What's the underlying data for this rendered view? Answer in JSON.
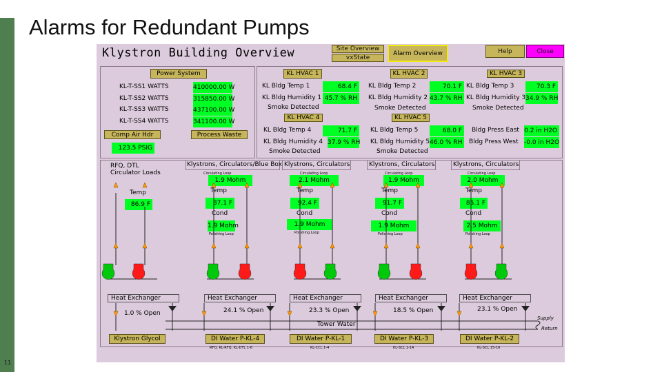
{
  "slide": {
    "title": "Alarms for Redundant Pumps",
    "page_number": "11"
  },
  "screen": {
    "title": "Klystron Building Overview",
    "nav": {
      "site_overview": "Site Overview",
      "vxstate": "vxState",
      "alarm_overview": "Alarm Overview",
      "help": "Help",
      "close": "Close"
    },
    "sections": {
      "power_system": "Power System",
      "kl_hvac_1": "KL HVAC 1",
      "kl_hvac_2": "KL HVAC 2",
      "kl_hvac_3": "KL HVAC 3",
      "kl_hvac_4": "KL HVAC 4",
      "kl_hvac_5": "KL HVAC 5",
      "comp_air_hdr": "Comp Air Hdr",
      "process_waste": "Process Waste"
    },
    "power": [
      {
        "label": "KL-T-SS1 WATTS",
        "value": "410000.00 W"
      },
      {
        "label": "KL-T-SS2 WATTS",
        "value": "315850.00 W"
      },
      {
        "label": "KL-T-SS3 WATTS",
        "value": "437100.00 W"
      },
      {
        "label": "KL-T-SS4 WATTS",
        "value": "341100.00 W"
      }
    ],
    "comp_air_value": "123.5 PSIG",
    "hvac1": {
      "temp_label": "KL Bldg Temp 1",
      "temp": "68.4 F",
      "hum_label": "KL Bldg Humidity 1",
      "hum": "45.7 % RH",
      "smoke": "Smoke Detected"
    },
    "hvac2": {
      "temp_label": "KL Bldg Temp 2",
      "temp": "70.1 F",
      "hum_label": "KL Bldg Humidity 2",
      "hum": "43.7 % RH",
      "smoke": "Smoke Detected"
    },
    "hvac3": {
      "temp_label": "KL Bldg Temp 3",
      "temp": "70.3 F",
      "hum_label": "KL Bldg Humidity 3",
      "hum": "34.9 % RH",
      "smoke": "Smoke Detected"
    },
    "hvac4": {
      "temp_label": "KL Bldg Temp 4",
      "temp": "71.7 F",
      "hum_label": "KL Bldg Humidity 4",
      "hum": "37.9 % RH",
      "smoke": "Smoke Detected"
    },
    "hvac5": {
      "temp_label": "KL Bldg Temp 5",
      "temp": "68.0 F",
      "hum_label": "KL Bldg Humidity 5",
      "hum": "46.0 % RH",
      "smoke": "Smoke Detected"
    },
    "press": [
      {
        "label": "Bldg Press East",
        "value": "0.2 in H2O"
      },
      {
        "label": "Bldg Press West",
        "value": "-0.0 in H2O"
      }
    ],
    "loops": [
      {
        "title": "RFQ, DTL\nCirculator Loads",
        "temp_label": "Temp",
        "temp": "86.9 F",
        "hx": "Heat Exchanger",
        "open": "1.0 % Open",
        "bottom": "Klystron Glycol",
        "bottom_note": ""
      },
      {
        "title": "Klystrons, Circulators/Blue Box",
        "small": "Circulating Loop",
        "res": "1.9 Mohm",
        "temp_label": "Temp",
        "temp": "87.1 F",
        "cond_label": "Cond",
        "cond": "1.9 Mohm",
        "polish": "Polishing Loop",
        "hx": "Heat Exchanger",
        "open": "24.1 % Open",
        "bottom": "DI Water P-KL-4",
        "bottom_note": "RFQ, KL-RFQ, KL-DTL 1-6"
      },
      {
        "title": "Klystrons, Circulators",
        "small": "Circulating Loop",
        "res": "2.1 Mohm",
        "temp_label": "Temp",
        "temp": "92.4 F",
        "cond_label": "Cond",
        "cond": "1.9 Mohm",
        "polish": "Polishing Loop",
        "hx": "Heat Exchanger",
        "open": "23.3 % Open",
        "bottom": "DI Water P-KL-1",
        "bottom_note": "KL-CCL 1-4"
      },
      {
        "title": "Klystrons, Circulators",
        "small": "Circulating Loop",
        "res": "1.9 Mohm",
        "temp_label": "Temp",
        "temp": "91.7 F",
        "cond_label": "Cond",
        "cond": "1.9 Mohm",
        "polish": "Polishing Loop",
        "hx": "Heat Exchanger",
        "open": "18.5 % Open",
        "bottom": "DI Water P-KL-3",
        "bottom_note": "KL-SCL 1-14"
      },
      {
        "title": "Klystrons, Circulators",
        "small": "Circulating Loop",
        "res": "2.0 Mohm",
        "temp_label": "Temp",
        "temp": "85.1 F",
        "cond_label": "Cond",
        "cond": "2.5 Mohm",
        "polish": "Polishing Loop",
        "hx": "Heat Exchanger",
        "open": "23.1 % Open",
        "bottom": "DI Water P-KL-2",
        "bottom_note": "KL-SCL 15-16"
      }
    ],
    "tower_water": "Tower Water",
    "supply": "Supply",
    "return": "Return",
    "colors": {
      "panel": "#dccbdc",
      "value_green": "#00ff23",
      "pump_running": "#00c80a",
      "pump_alarm": "#ff1a1a",
      "button_olive": "#c6b55a",
      "button_pink": "#ff00ff",
      "valve": "#ff9900"
    }
  }
}
